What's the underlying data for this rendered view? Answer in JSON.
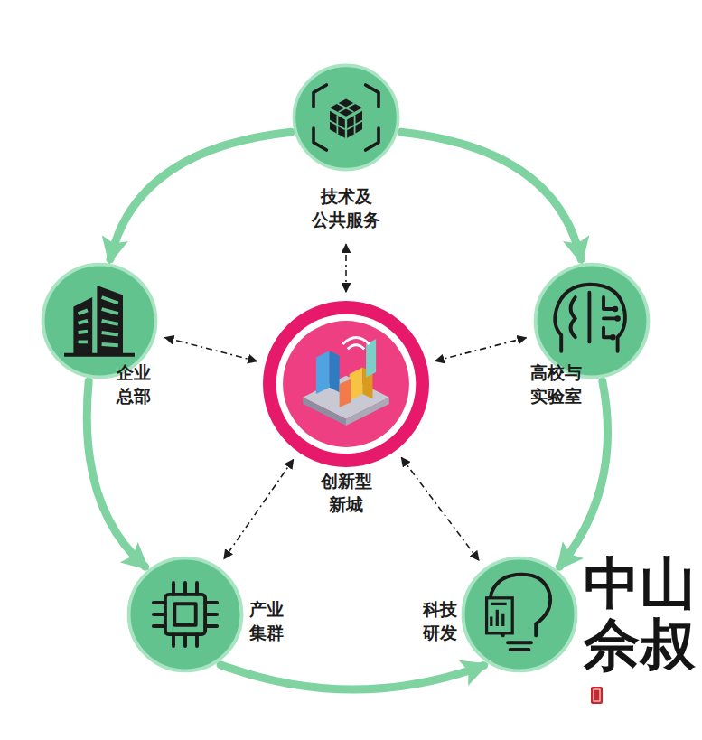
{
  "diagram": {
    "nodes": [
      {
        "text": [
          "技术及 公共服务"
        ]
      },
      {
        "text": [
          "企业 总部"
        ]
      },
      {
        "text": [
          "创新型 新城"
        ]
      },
      {
        "text": [
          "高校与 实验室"
        ]
      },
      {
        "text": [
          "产业 集群"
        ]
      },
      {
        "text": [
          "科技 研发"
        ]
      }
    ],
    "edges": [
      {
        "from": 0,
        "to": 1,
        "arrow": "to"
      },
      {
        "from": 0,
        "to": 3,
        "arrow": "to"
      },
      {
        "from": 3,
        "to": 5,
        "arrow": "to"
      },
      {
        "from": 1,
        "to": 4,
        "arrow": "to"
      },
      {
        "from": 4,
        "to": 5,
        "arrow": "to"
      },
      {
        "from": 2,
        "to": 0,
        "arrow": "both"
      },
      {
        "from": 2,
        "to": 1,
        "arrow": "both"
      },
      {
        "from": 2,
        "to": 3,
        "arrow": "both"
      },
      {
        "from": 2,
        "to": 4,
        "arrow": "both"
      },
      {
        "from": 2,
        "to": 5,
        "arrow": "both"
      }
    ],
    "labels": [
      "中山佘叔"
    ]
  }
}
